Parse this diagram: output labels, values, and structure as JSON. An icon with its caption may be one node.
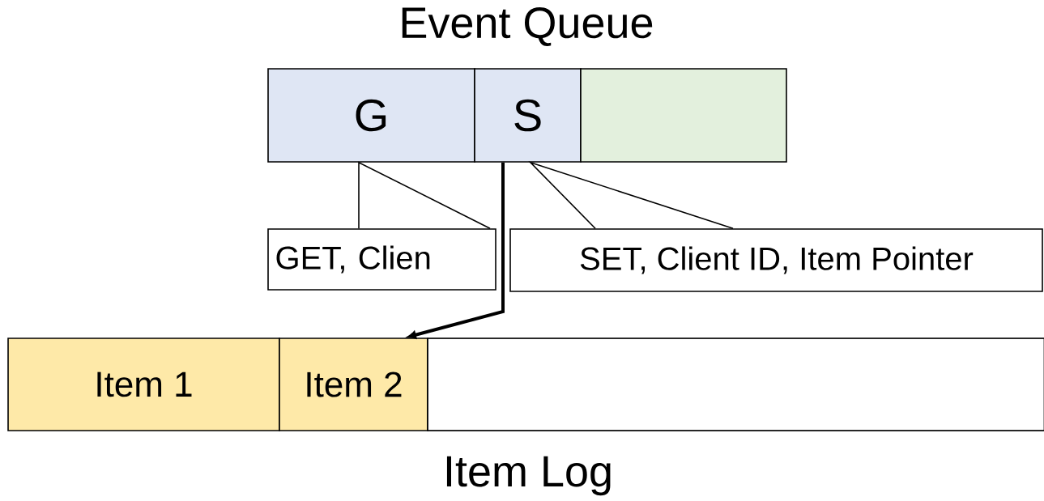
{
  "diagram": {
    "title": "Event Queue",
    "nodes": [
      {
        "text": [
          "G"
        ]
      },
      {
        "text": [
          "S"
        ]
      },
      {
        "text": [],
        "shape": "box"
      },
      {
        "text": [
          "GET, Clien"
        ]
      },
      {
        "text": [
          "SET, Client ID, Item Pointer"
        ]
      },
      {
        "text": [
          "Item 1"
        ]
      },
      {
        "text": [
          "Item 2"
        ]
      },
      {
        "text": [],
        "shape": "box"
      }
    ],
    "edges": [
      {
        "from": 3,
        "to": 0,
        "arrow": "none"
      },
      {
        "from": 4,
        "to": 1,
        "arrow": "none"
      },
      {
        "from": 1,
        "to": 6,
        "arrow": "to",
        "style": "thick"
      }
    ],
    "labels": [
      "Item Log"
    ]
  }
}
